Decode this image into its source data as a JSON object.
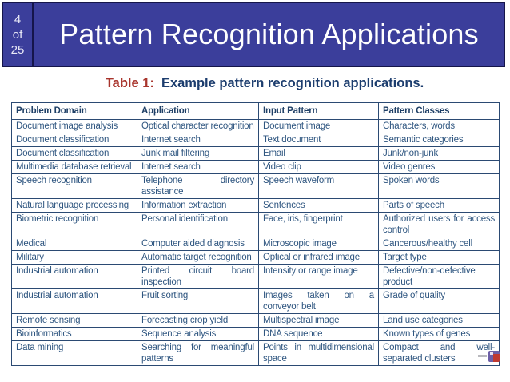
{
  "slide": {
    "page_counter": {
      "current": "4",
      "of_label": "of",
      "total": "25"
    },
    "title": "Pattern Recognition Applications"
  },
  "caption": {
    "label": "Table 1:",
    "text": "Example pattern recognition applications."
  },
  "table": {
    "columns": [
      "Problem Domain",
      "Application",
      "Input Pattern",
      "Pattern Classes"
    ],
    "rows": [
      [
        "Document image analysis",
        "Optical character recognition",
        "Document image",
        "Characters, words"
      ],
      [
        "Document classification",
        "Internet search",
        "Text document",
        "Semantic categories"
      ],
      [
        "Document classification",
        "Junk mail filtering",
        "Email",
        "Junk/non-junk"
      ],
      [
        "Multimedia database retrieval",
        "Internet search",
        "Video clip",
        "Video genres"
      ],
      [
        "Speech recognition",
        "Telephone directory assistance",
        "Speech waveform",
        "Spoken words"
      ],
      [
        "Natural language processing",
        "Information extraction",
        "Sentences",
        "Parts of speech"
      ],
      [
        "Biometric recognition",
        "Personal identification",
        "Face, iris, fingerprint",
        "Authorized users for access control"
      ],
      [
        "Medical",
        "Computer aided diagnosis",
        "Microscopic image",
        "Cancerous/healthy cell"
      ],
      [
        "Military",
        "Automatic target recognition",
        "Optical or infrared image",
        "Target type"
      ],
      [
        "Industrial automation",
        "Printed circuit board inspection",
        "Intensity or range image",
        "Defective/non-defective product"
      ],
      [
        "Industrial automation",
        "Fruit sorting",
        "Images taken on a conveyor belt",
        "Grade of quality"
      ],
      [
        "Remote sensing",
        "Forecasting crop yield",
        "Multispectral image",
        "Land use categories"
      ],
      [
        "Bioinformatics",
        "Sequence analysis",
        "DNA sequence",
        "Known types of genes"
      ],
      [
        "Data mining",
        "Searching for meaningful patterns",
        "Points in multidimensional space",
        "Compact and well-separated clusters"
      ]
    ]
  },
  "icons": {
    "logo": "slide-logo"
  },
  "colors": {
    "banner_bg": "#3B3E9B",
    "banner_border": "#15154A",
    "banner_text": "#FFFFFF",
    "caption_label": "#A8342C",
    "caption_text": "#1C3D6E",
    "table_border": "#2B4A73",
    "table_header_text": "#1E3F66",
    "table_cell_text": "#2F5680",
    "logo_purple": "#6C5FA7",
    "logo_red": "#C03A30"
  }
}
